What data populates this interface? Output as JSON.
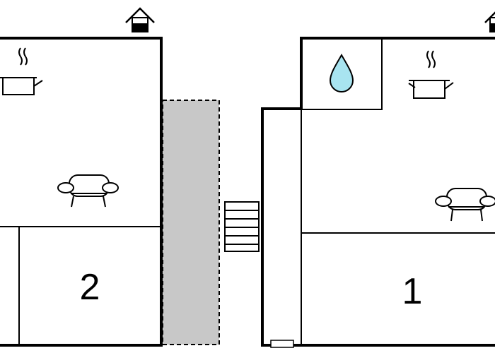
{
  "floorplan": {
    "rooms": [
      {
        "number": "2",
        "building": "left"
      },
      {
        "number": "1",
        "building": "right"
      }
    ],
    "icons": [
      "house-entrance-icon",
      "cooking-pot-icon",
      "sofa-icon",
      "water-drop-icon",
      "stairs-icon"
    ],
    "colors": {
      "walls": "#000000",
      "terrace": "#c8c8c8",
      "water_drop": "#a8e4f0"
    }
  }
}
